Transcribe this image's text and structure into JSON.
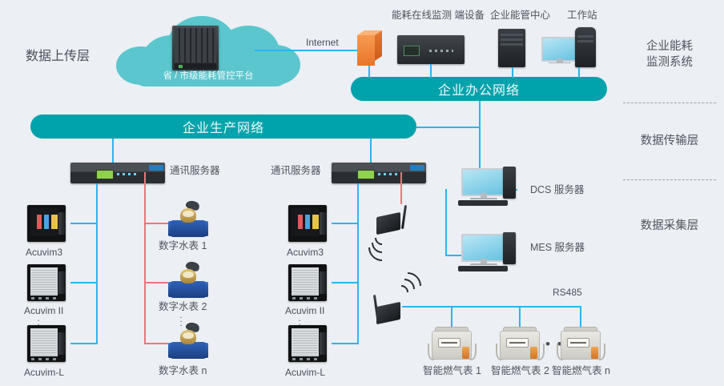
{
  "diagram": {
    "title_left_layers": [
      {
        "id": "upload",
        "label": "数据上传层"
      }
    ],
    "right_layers": [
      {
        "id": "ems",
        "label_line1": "企业能耗",
        "label_line2": "监测系统"
      },
      {
        "id": "transport",
        "label": "数据传输层"
      },
      {
        "id": "collection",
        "label": "数据采集层"
      }
    ],
    "cloud": {
      "caption": "省 / 市级能耗管控平台",
      "icon": "rack-server-icon",
      "color": "#5bc6cd"
    },
    "internet_link": {
      "label": "Internet"
    },
    "firewall": {
      "icon": "firewall-icon",
      "color": "#e8762a"
    },
    "network_bars": [
      {
        "id": "office",
        "label": "企业办公网络",
        "color": "#00a3ab"
      },
      {
        "id": "production",
        "label": "企业生产网络",
        "color": "#00a3ab"
      }
    ],
    "office_devices": [
      {
        "id": "edge",
        "label": "能耗在线监测 端设备",
        "icon": "rack-appliance-icon"
      },
      {
        "id": "center",
        "label": "企业能管中心",
        "icon": "tower-pc-icon"
      },
      {
        "id": "workstation",
        "label": "工作站",
        "icon": "workstation-icon"
      }
    ],
    "comm_servers": [
      {
        "id": "comm-left",
        "label": "通讯服务器",
        "icon": "comm-server-icon"
      },
      {
        "id": "comm-right",
        "label": "通讯服务器",
        "icon": "comm-server-icon"
      }
    ],
    "plant_servers": [
      {
        "id": "dcs",
        "label": "DCS 服务器",
        "icon": "desktop-pc-icon"
      },
      {
        "id": "mes",
        "label": "MES 服务器",
        "icon": "desktop-pc-icon"
      }
    ],
    "power_meters_left": [
      {
        "id": "acuvim3-l",
        "label": "Acuvim3",
        "icon": "power-meter-icon"
      },
      {
        "id": "acuvim2-l",
        "label": "Acuvim II",
        "icon": "power-meter-icon"
      },
      {
        "id": "acuviml-l",
        "label": "Acuvim-L",
        "icon": "power-meter-icon"
      }
    ],
    "power_meters_mid": [
      {
        "id": "acuvim3-m",
        "label": "Acuvim3",
        "icon": "power-meter-icon"
      },
      {
        "id": "acuvim2-m",
        "label": "Acuvim II",
        "icon": "power-meter-icon"
      },
      {
        "id": "acuviml-m",
        "label": "Acuvim-L",
        "icon": "power-meter-icon"
      }
    ],
    "water_meters": [
      {
        "id": "water1",
        "label": "数字水表 1",
        "icon": "water-meter-icon"
      },
      {
        "id": "water2",
        "label": "数字水表 2",
        "icon": "water-meter-icon"
      },
      {
        "id": "watern",
        "label": "数字水表 n",
        "icon": "water-meter-icon"
      }
    ],
    "gas_meters": [
      {
        "id": "gas1",
        "label": "智能燃气表 1",
        "icon": "gas-meter-icon"
      },
      {
        "id": "gas2",
        "label": "智能燃气表 2",
        "icon": "gas-meter-icon"
      },
      {
        "id": "gasn",
        "label": "智能燃气表 n",
        "icon": "gas-meter-icon"
      }
    ],
    "wireless_gateways": [
      {
        "id": "gw-upper",
        "icon": "wireless-gateway-icon"
      },
      {
        "id": "gw-lower",
        "icon": "wireless-gateway-icon"
      }
    ],
    "bus_labels": [
      {
        "id": "rs485",
        "label": "RS485"
      }
    ],
    "ellipsis": {
      "vertical": "⋮",
      "horizontal": "• • •"
    },
    "colors": {
      "background": "#eceff4",
      "teal_bar": "#00a3ab",
      "cloud_teal": "#5bc6cd",
      "link_blue": "#29b6f0",
      "link_red": "#f2737a",
      "text": "#4a4f5a"
    }
  }
}
